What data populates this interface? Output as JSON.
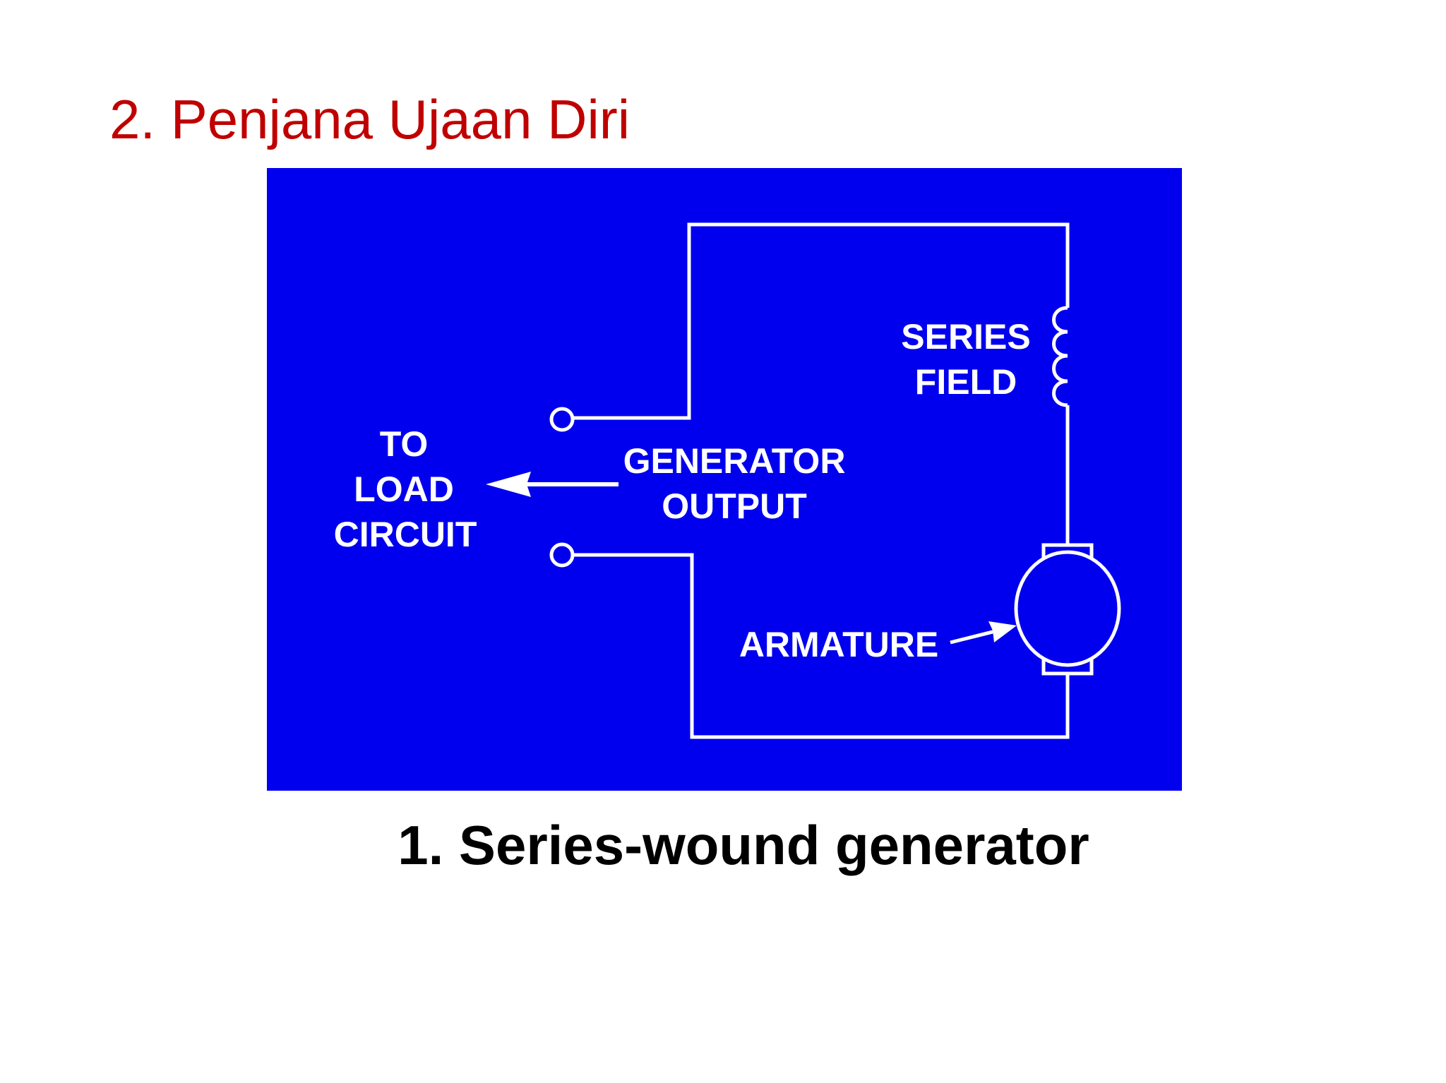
{
  "slide": {
    "title": "2. Penjana Ujaan Diri",
    "caption": "1. Series-wound generator",
    "title_color": "#c00000",
    "caption_color": "#000000"
  },
  "diagram": {
    "background_color": "#0000ee",
    "line_color": "#ffffff",
    "labels": {
      "series_line1": "SERIES",
      "series_line2": "FIELD",
      "load_line1": "TO",
      "load_line2": "LOAD",
      "load_line3": "CIRCUIT",
      "output_line1": "GENERATOR",
      "output_line2": "OUTPUT",
      "armature": "ARMATURE"
    }
  }
}
